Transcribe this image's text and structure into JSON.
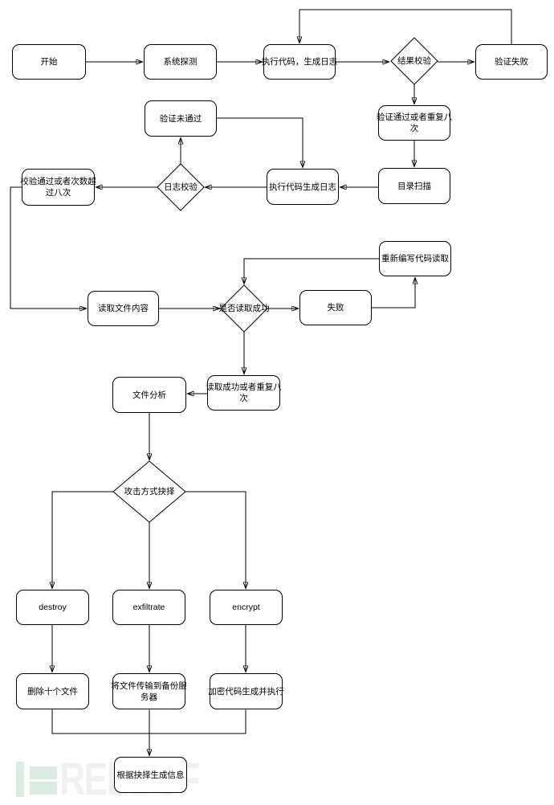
{
  "page": {
    "background": "#ffffff"
  },
  "diagram": {
    "stroke_color": "#000000",
    "node_fill": "#ffffff",
    "nodes": {
      "start": {
        "label": "开始"
      },
      "system_probe": {
        "label": "系统探测"
      },
      "exec_code_log": {
        "label": "执行代码，生成日志"
      },
      "result_check": {
        "label": "结果校验"
      },
      "verify_fail": {
        "label": "验证失败"
      },
      "verify_not_pass": {
        "label": "验证未通过"
      },
      "verify_pass_repeat8": {
        "label": "验证通过或者重复八\n次"
      },
      "dir_scan": {
        "label": "目录扫描"
      },
      "exec_code_log2": {
        "label": "执行代码生成日志"
      },
      "check_pass_over8": {
        "label": "校验通过或者次数超\n过八次"
      },
      "read_file": {
        "label": "读取文件内容"
      },
      "read_success_q": {
        "label": "是否读取成功"
      },
      "fail": {
        "label": "失败"
      },
      "rewrite_code": {
        "label": "重新编写代码读取"
      },
      "read_success_repeat8": {
        "label": "读取成功或者重复八\n次"
      },
      "file_analysis": {
        "label": "文件分析"
      },
      "attack_choice": {
        "label": "攻击方式抉择"
      },
      "destroy": {
        "label": "destroy"
      },
      "exfiltrate": {
        "label": "exfiltrate"
      },
      "encrypt": {
        "label": "encrypt"
      },
      "delete_ten_files": {
        "label": "删除十个文件"
      },
      "transfer_backup": {
        "label": "将文件传输到备份服\n务器"
      },
      "encrypt_exec": {
        "label": "加密代码生成并执行"
      },
      "generate_info": {
        "label": "根据抉择生成信息"
      }
    }
  },
  "watermark": {
    "text": "REEBUF",
    "bar_color": "#dcebe2",
    "text_color": "#f0f2f0"
  }
}
